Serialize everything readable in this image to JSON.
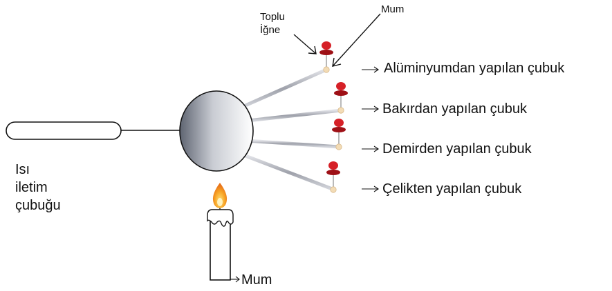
{
  "diagram": {
    "heat_rod_label": [
      "Isı",
      "iletim",
      "çubuğu"
    ],
    "pin_label": [
      "Toplu",
      "İğne"
    ],
    "wax_label": "Mum",
    "candle_label": "Mum",
    "rods": [
      {
        "label": "Alüminyumdan yapılan çubuk"
      },
      {
        "label": "Bakırdan yapılan çubuk"
      },
      {
        "label": "Demirden yapılan çubuk"
      },
      {
        "label": "Çelikten yapılan çubuk"
      }
    ],
    "colors": {
      "pin_head": "#d62027",
      "pin_dark": "#9e1016",
      "wax": "#f3dcb6",
      "rod": "#b9bbc4",
      "sphere_light": "#ffffff",
      "sphere_dark": "#5e6471",
      "flame_outer": "#f7a425",
      "flame_inner": "#ffe27a"
    }
  }
}
